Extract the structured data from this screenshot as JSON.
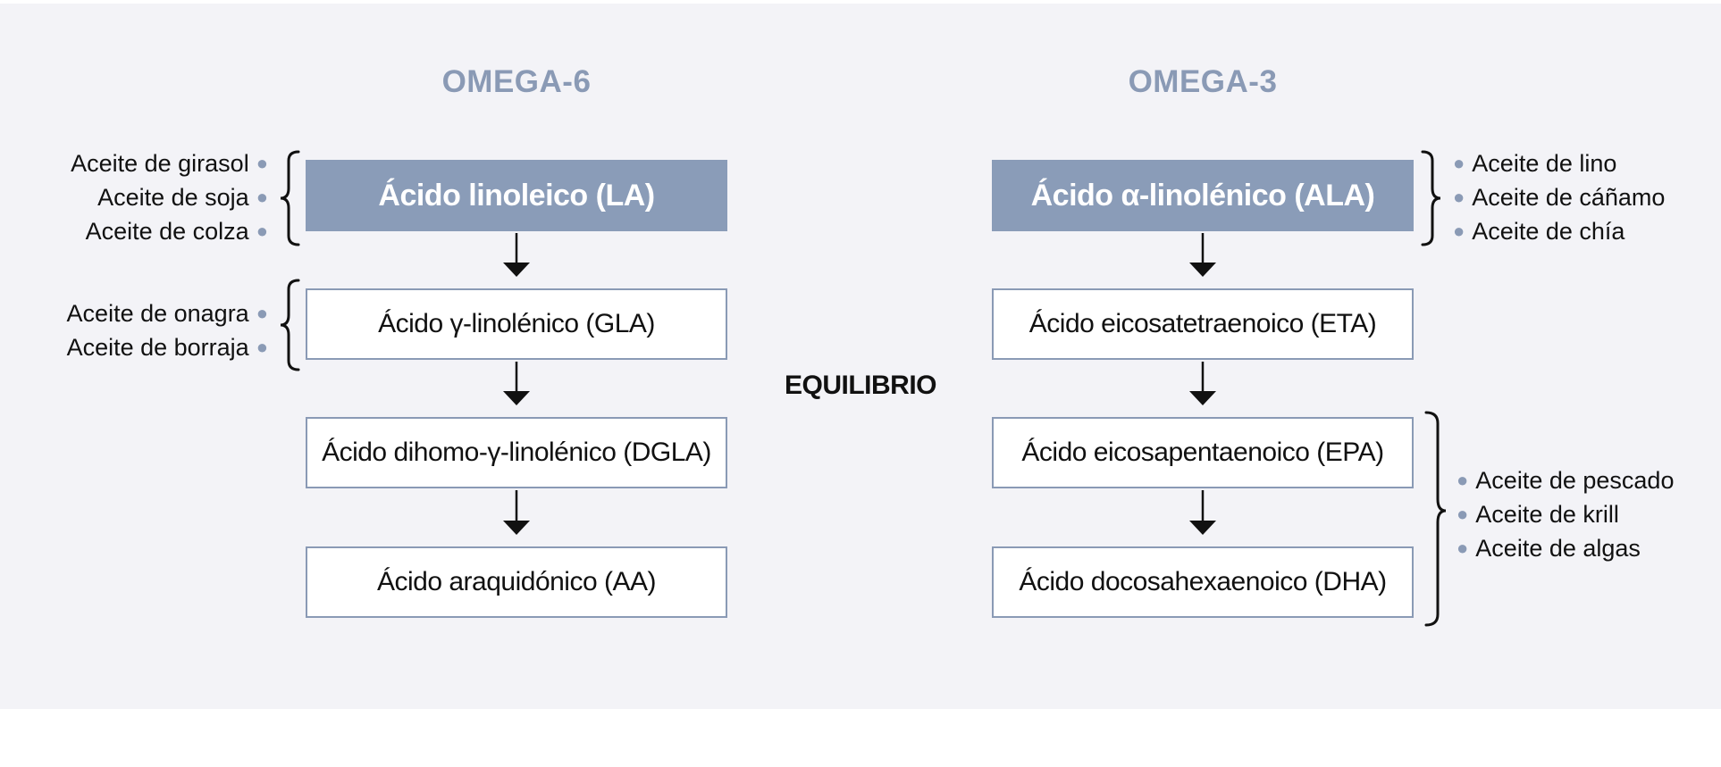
{
  "diagram": {
    "omega6": {
      "title": "OMEGA-6",
      "nodes": [
        "Ácido linoleico (LA)",
        "Ácido γ-linolénico (GLA)",
        "Ácido dihomo-γ-linolénico (DGLA)",
        "Ácido araquidónico (AA)"
      ],
      "sources_la": [
        "Aceite de girasol",
        "Aceite de soja",
        "Aceite de colza"
      ],
      "sources_gla": [
        "Aceite de onagra",
        "Aceite de borraja"
      ]
    },
    "omega3": {
      "title": "OMEGA-3",
      "nodes": [
        "Ácido α-linolénico (ALA)",
        "Ácido eicosatetraenoico (ETA)",
        "Ácido eicosapentaenoico (EPA)",
        "Ácido docosahexaenoico (DHA)"
      ],
      "sources_ala": [
        "Aceite de lino",
        "Aceite de cáñamo",
        "Aceite de chía"
      ],
      "sources_epa_dha": [
        "Aceite de pescado",
        "Aceite de krill",
        "Aceite de algas"
      ]
    },
    "center_label": "EQUILIBRIO",
    "colors": {
      "header_fill": "#8a9cb8",
      "accent": "#8a9ab5",
      "background": "#f3f3f7"
    }
  }
}
